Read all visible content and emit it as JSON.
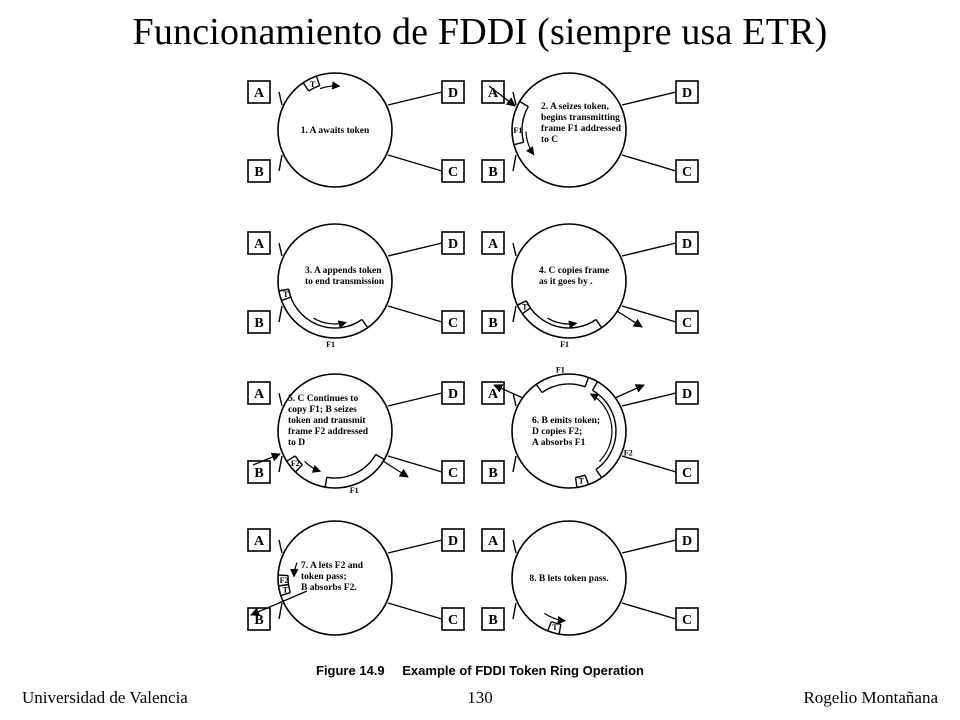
{
  "title": "Funcionamiento de FDDI (siempre usa ETR)",
  "caption": {
    "number": "Figure 14.9",
    "text": "Example of FDDI Token Ring Operation"
  },
  "footer": {
    "left": "Universidad de Valencia",
    "page": "130",
    "right": "Rogelio Montañana"
  },
  "station_labels": [
    "A",
    "D",
    "B",
    "C"
  ],
  "token_label": "T",
  "frame1_label": "F1",
  "frame2_label": "F2",
  "steps": [
    {
      "lines": [
        "1. A awaits token"
      ]
    },
    {
      "lines": [
        "2. A seizes token,",
        "begins transmitting",
        "frame F1 addressed",
        "to C"
      ]
    },
    {
      "lines": [
        "3. A appends token",
        "to end transmission"
      ]
    },
    {
      "lines": [
        "4. C copies frame",
        "as it goes by ."
      ]
    },
    {
      "lines": [
        "5. C Continues to",
        "copy F1; B seizes",
        "token and transmit",
        "frame F2 addressed",
        "to D"
      ]
    },
    {
      "lines": [
        "6. B emits token;",
        "D copies F2;",
        "A absorbs F1"
      ]
    },
    {
      "lines": [
        "7. A lets F2 and",
        "token pass;",
        "B absorbs F2."
      ]
    },
    {
      "lines": [
        "8. B lets token pass."
      ]
    }
  ]
}
